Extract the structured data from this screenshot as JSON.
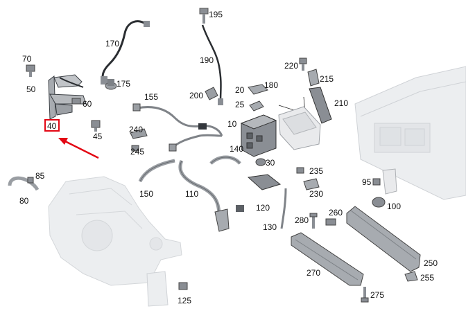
{
  "diagram": {
    "callouts": [
      "195",
      "170",
      "175",
      "190",
      "70",
      "50",
      "60",
      "200",
      "40",
      "45",
      "20",
      "25",
      "180",
      "220",
      "215",
      "210",
      "155",
      "10",
      "240",
      "245",
      "140",
      "30",
      "235",
      "230",
      "85",
      "80",
      "150",
      "110",
      "120",
      "130",
      "95",
      "100",
      "280",
      "260",
      "250",
      "270",
      "255",
      "275",
      "125"
    ],
    "selected_callout": "40",
    "colors": {
      "part_gray": "#8a8e94",
      "part_dark": "#33373c",
      "ghost": "#e6e8ea",
      "ghost_edge": "#c9ccd0",
      "highlight": "#e30613",
      "cable_black": "#1f2226"
    }
  }
}
